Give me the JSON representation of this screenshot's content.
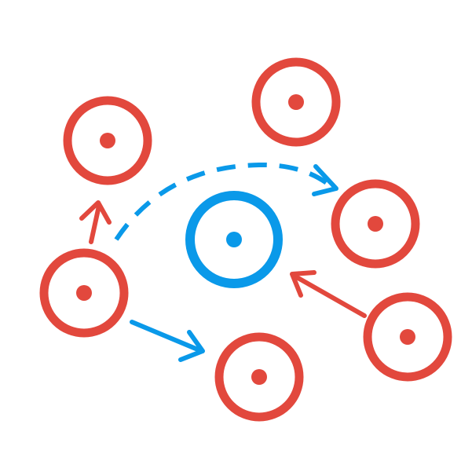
{
  "colors": {
    "primary": "#e2483d",
    "accent": "#0a99e9",
    "background": "#ffffff"
  },
  "nodes": [
    {
      "id": "center",
      "role": "hub",
      "color": "accent"
    },
    {
      "id": "top-left",
      "role": "peer",
      "color": "primary"
    },
    {
      "id": "top-right",
      "role": "peer",
      "color": "primary"
    },
    {
      "id": "right",
      "role": "peer",
      "color": "primary"
    },
    {
      "id": "left",
      "role": "peer",
      "color": "primary"
    },
    {
      "id": "bottom-right",
      "role": "peer",
      "color": "primary"
    },
    {
      "id": "bottom",
      "role": "peer",
      "color": "primary"
    }
  ],
  "connections": [
    {
      "from": "left",
      "to": "top-left",
      "color": "primary",
      "style": "solid"
    },
    {
      "from": "left",
      "to": "right",
      "color": "accent",
      "style": "dashed-curve"
    },
    {
      "from": "left",
      "to": "bottom",
      "color": "accent",
      "style": "solid"
    },
    {
      "from": "bottom-right",
      "to": "center",
      "color": "primary",
      "style": "solid"
    }
  ]
}
